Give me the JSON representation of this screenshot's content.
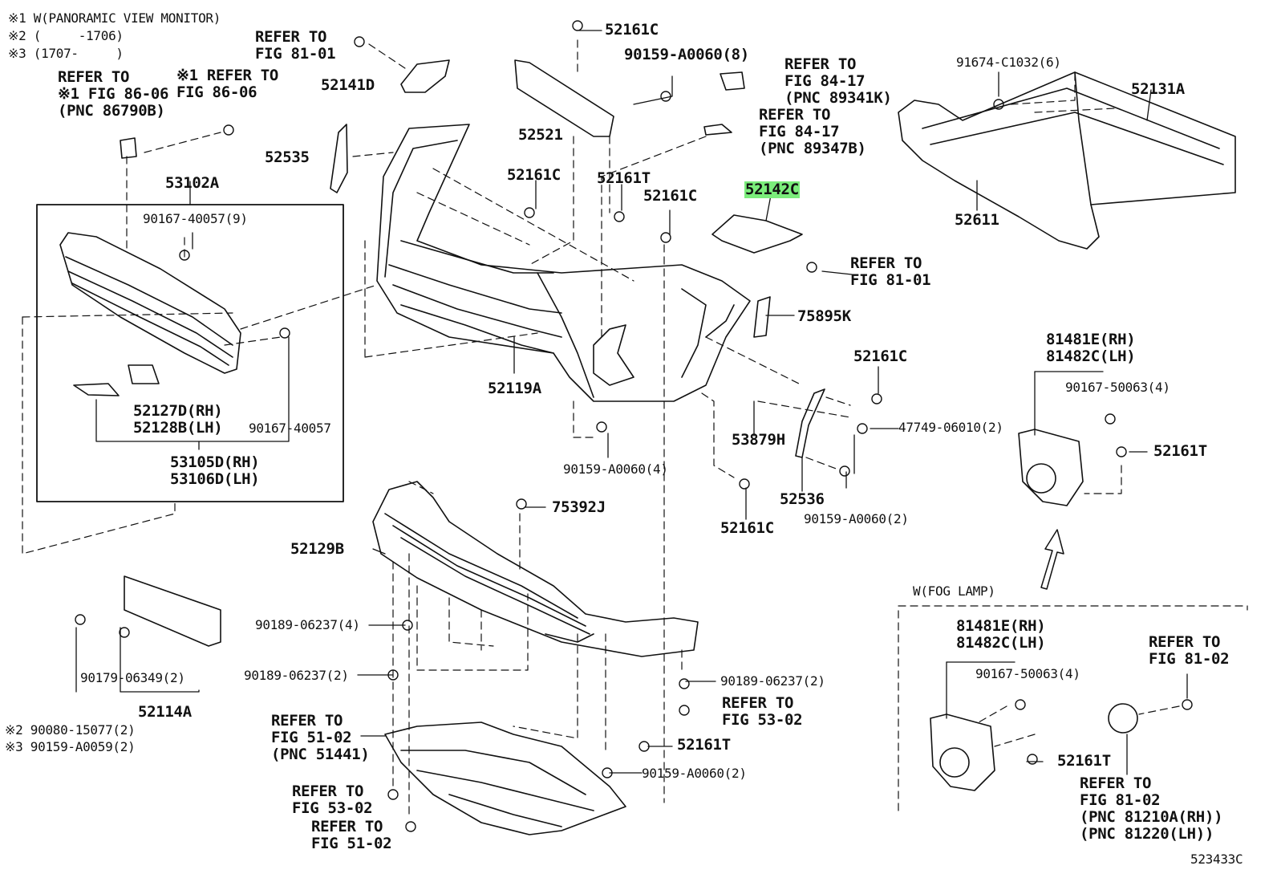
{
  "notes": {
    "n1": "※1 W(PANORAMIC VIEW MONITOR)",
    "n2": "※2 (     -1706)",
    "n3": "※3 (1707-     )"
  },
  "labels": {
    "refer_8101_top": "REFER TO\nFIG 81-01",
    "part_52141D": "52141D",
    "refer_8606_a": "REFER TO\n※1 FIG 86-06\n(PNC 86790B)",
    "refer_8606_b": "※1 REFER TO\nFIG 86-06",
    "part_52161C_top": "52161C",
    "part_90159_A0060_8": "90159-A0060(8)",
    "part_52521": "52521",
    "part_52535": "52535",
    "part_53102A": "53102A",
    "part_90167_40057_9": "90167-40057(9)",
    "part_52127D_52128B": "52127D(RH)\n52128B(LH)",
    "part_90167_40057": "90167-40057",
    "part_53105D_53106D": "53105D(RH)\n53106D(LH)",
    "part_52161C_mid": "52161C",
    "part_52161T_mid": "52161T",
    "part_52161C_mid2": "52161C",
    "part_52119A": "52119A",
    "refer_8417_a": "REFER TO\nFIG 84-17\n(PNC 89341K)",
    "refer_8417_b": "REFER TO\nFIG 84-17\n(PNC 89347B)",
    "part_52142C": "52142C",
    "refer_8101_mid": "REFER TO\nFIG 81-01",
    "part_75895K": "75895K",
    "part_91674_C1032_6": "91674-C1032(6)",
    "part_52131A": "52131A",
    "part_52611": "52611",
    "part_81481E_81482C_upper": "81481E(RH)\n81482C(LH)",
    "part_90167_50063_upper": "90167-50063(4)",
    "part_52161T_upper": "52161T",
    "part_52161C_right": "52161C",
    "part_47749_06010_2": "47749-06010(2)",
    "part_53879H": "53879H",
    "part_52536": "52536",
    "part_90159_A0060_2_right": "90159-A0060(2)",
    "part_52161C_bottom": "52161C",
    "part_90159_A0060_4": "90159-A0060(4)",
    "part_75392J": "75392J",
    "part_52129B": "52129B",
    "part_90189_06237_4": "90189-06237(4)",
    "part_90189_06237_2_left": "90189-06237(2)",
    "part_90189_06237_2_right": "90189-06237(2)",
    "refer_5302_right": "REFER TO\nFIG 53-02",
    "part_52161T_lower": "52161T",
    "part_90159_A0060_2_lower": "90159-A0060(2)",
    "refer_5102_pnc": "REFER TO\nFIG 51-02\n(PNC 51441)",
    "refer_5302_left": "REFER TO\nFIG 53-02",
    "refer_5102": "REFER TO\nFIG 51-02",
    "part_90179_06349_2": "90179-06349(2)",
    "part_52114A": "52114A",
    "part_bolts_52114A": "※2 90080-15077(2)\n※3 90159-A0059(2)",
    "fog_lamp_title": "W(FOG LAMP)",
    "part_81481E_81482C_lower": "81481E(RH)\n81482C(LH)",
    "part_90167_50063_lower": "90167-50063(4)",
    "refer_8102_top": "REFER TO\nFIG 81-02",
    "part_52161T_fog": "52161T",
    "refer_8102_pnc": "REFER TO\nFIG 81-02\n(PNC 81210A(RH))\n(PNC 81220(LH))",
    "illustration_id": "523433C"
  },
  "colors": {
    "ink": "#111111",
    "highlight": "#7bed7b"
  },
  "highlighted_part": "52142C"
}
